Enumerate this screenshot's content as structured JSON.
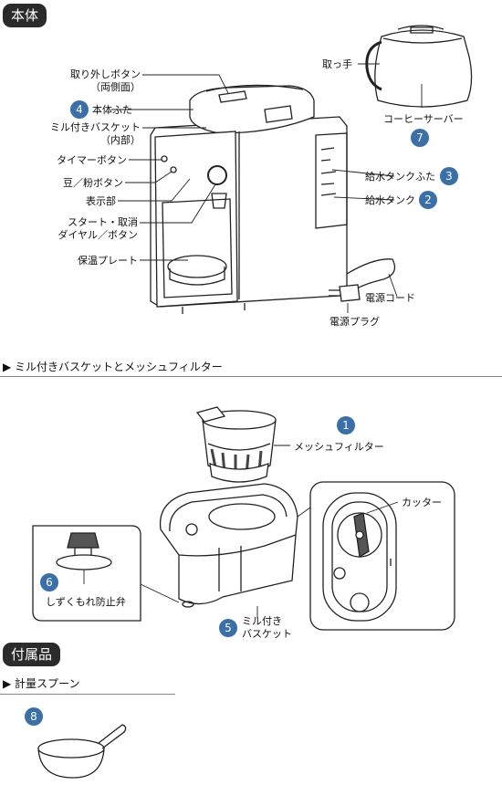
{
  "sections": {
    "main_unit": "本体",
    "mill_basket_heading": "▶ ミル付きバスケットとメッシュフィルター",
    "accessories": "付属品",
    "measuring_spoon_heading": "▶ 計量スプーン"
  },
  "main_labels": {
    "release_button": "取り外しボタン",
    "release_button_sub": "（両側面）",
    "body_lid": "本体ふた",
    "mill_basket": "ミル付きバスケット",
    "mill_basket_sub": "（内部）",
    "timer_button": "タイマーボタン",
    "bean_powder_button": "豆／粉ボタン",
    "display": "表示部",
    "start_cancel_dial_1": "スタート・取消",
    "start_cancel_dial_2": "ダイヤル／ボタン",
    "warming_plate": "保温プレート",
    "handle": "取っ手",
    "coffee_server": "コーヒーサーバー",
    "water_tank_lid": "給水タンクふた",
    "water_tank": "給水タンク",
    "power_cord": "電源コード",
    "power_plug": "電源プラグ"
  },
  "basket_labels": {
    "mesh_filter": "メッシュフィルター",
    "cutter": "カッター",
    "drip_valve": "しずくもれ防止弁",
    "mill_basket_1": "ミル付き",
    "mill_basket_2": "バスケット"
  },
  "numbers": {
    "n1": "1",
    "n2": "2",
    "n3": "3",
    "n4": "4",
    "n5": "5",
    "n6": "6",
    "n7": "7",
    "n8": "8"
  },
  "colors": {
    "badge": "#3b6fa8",
    "dark_pill": "#2b2b2b"
  }
}
